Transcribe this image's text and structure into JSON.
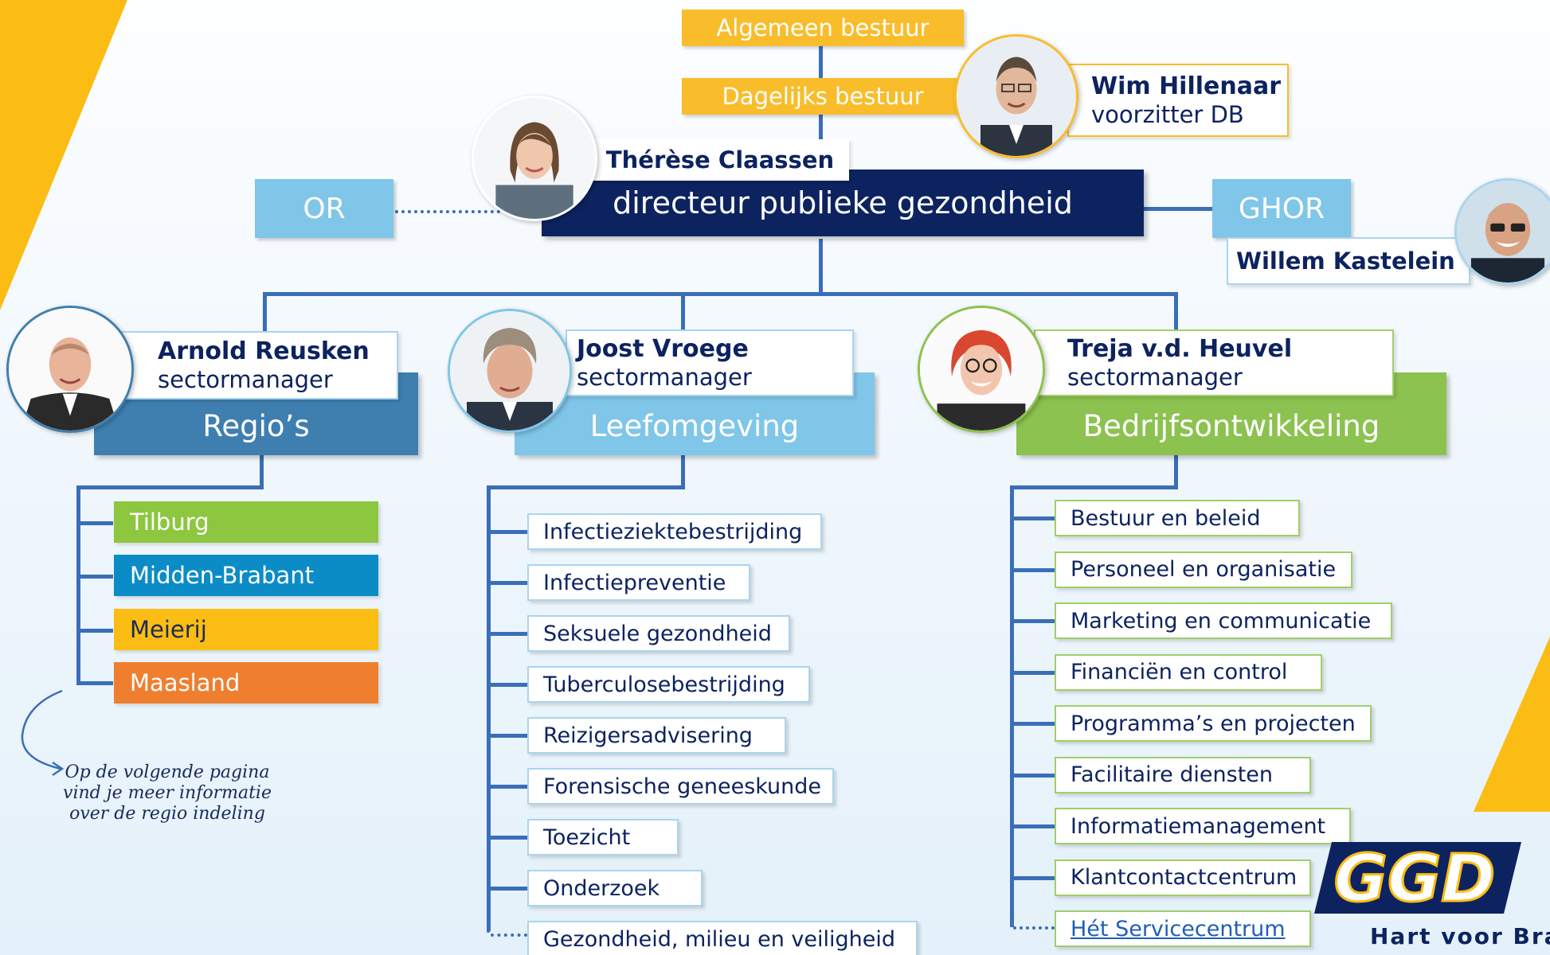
{
  "governance": {
    "algemeen_bestuur": "Algemeen bestuur",
    "dagelijks_bestuur": "Dagelijks bestuur"
  },
  "chair": {
    "name": "Wim Hillenaar",
    "role": "voorzitter DB"
  },
  "director": {
    "name": "Thérèse Claassen",
    "role": "directeur publieke gezondheid"
  },
  "or_label": "OR",
  "ghor": {
    "label": "GHOR",
    "name": "Willem Kastelein"
  },
  "sectors": [
    {
      "name": "Arnold Reusken",
      "role": "sectormanager",
      "label": "Regio’s",
      "color": "#3f7fb0"
    },
    {
      "name": "Joost Vroege",
      "role": "sectormanager",
      "label": "Leefomgeving",
      "color": "#7fc6e8"
    },
    {
      "name": "Treja v.d. Heuvel",
      "role": "sectormanager",
      "label": "Bedrijfsontwikkeling",
      "color": "#8cc24f"
    }
  ],
  "regions": [
    {
      "label": "Tilburg",
      "color": "#8dc63f"
    },
    {
      "label": "Midden-Brabant",
      "color": "#0b8cc7"
    },
    {
      "label": "Meierij",
      "color": "#fbbd13",
      "text_color": "#1b2a5a"
    },
    {
      "label": "Maasland",
      "color": "#ef7f2f"
    }
  ],
  "leefomgeving_depts": [
    "Infectieziektebestrijding",
    "Infectiepreventie",
    "Seksuele gezondheid",
    "Tuberculosebestrijding",
    "Reizigersadvisering",
    "Forensische geneeskunde",
    "Toezicht",
    "Onderzoek",
    "Gezondheid, milieu en veiligheid"
  ],
  "bedrijf_depts": [
    "Bestuur en beleid",
    "Personeel en organisatie",
    "Marketing en communicatie",
    "Financiën en control",
    "Programma’s en projecten",
    "Facilitaire diensten",
    "Informatiemanagement",
    "Klantcontactcentrum",
    "Hét Servicecentrum"
  ],
  "note": {
    "line1": "Op de volgende pagina",
    "line2": "vind je meer informatie",
    "line3": "over de regio indeling"
  },
  "logo": {
    "text": "GGD",
    "tagline": "Hart voor Brab"
  },
  "colors": {
    "navy": "#0d2360",
    "line": "#3a6eb8",
    "gold": "#f9bd2b",
    "light_blue": "#7fc6e8"
  }
}
